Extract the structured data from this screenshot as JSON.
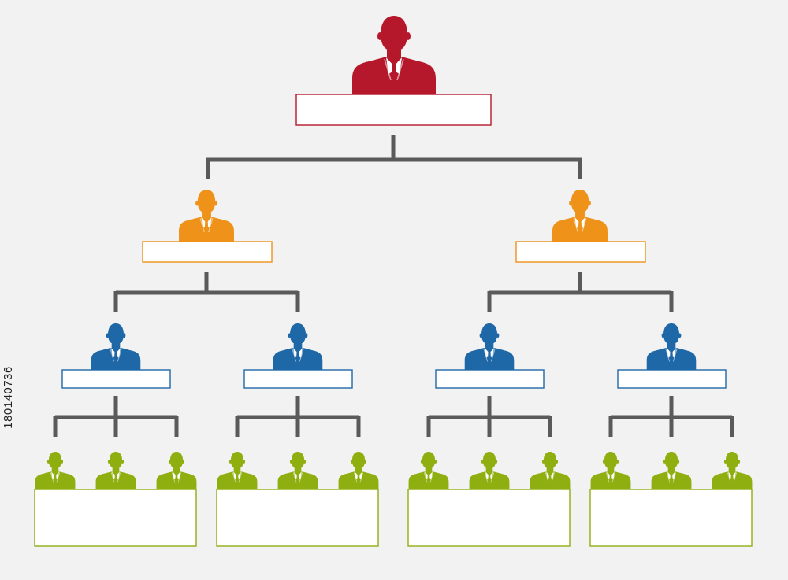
{
  "colors": {
    "background": "#f2f2f2",
    "connector": "#5a5a5a",
    "level_1": "#b5182b",
    "level_2": "#ee921a",
    "level_3": "#1f68a8",
    "level_4": "#8fae10",
    "box_fill": "#ffffff"
  },
  "icon": "businessman-silhouette-icon",
  "org_chart": {
    "ceo": {
      "label": ""
    },
    "managers": [
      {
        "label": "",
        "supervisors": [
          {
            "label": "",
            "team": {
              "members": 3,
              "label": ""
            }
          },
          {
            "label": "",
            "team": {
              "members": 3,
              "label": ""
            }
          }
        ]
      },
      {
        "label": "",
        "supervisors": [
          {
            "label": "",
            "team": {
              "members": 3,
              "label": ""
            }
          },
          {
            "label": "",
            "team": {
              "members": 3,
              "label": ""
            }
          }
        ]
      }
    ]
  },
  "side_id": "180140736"
}
